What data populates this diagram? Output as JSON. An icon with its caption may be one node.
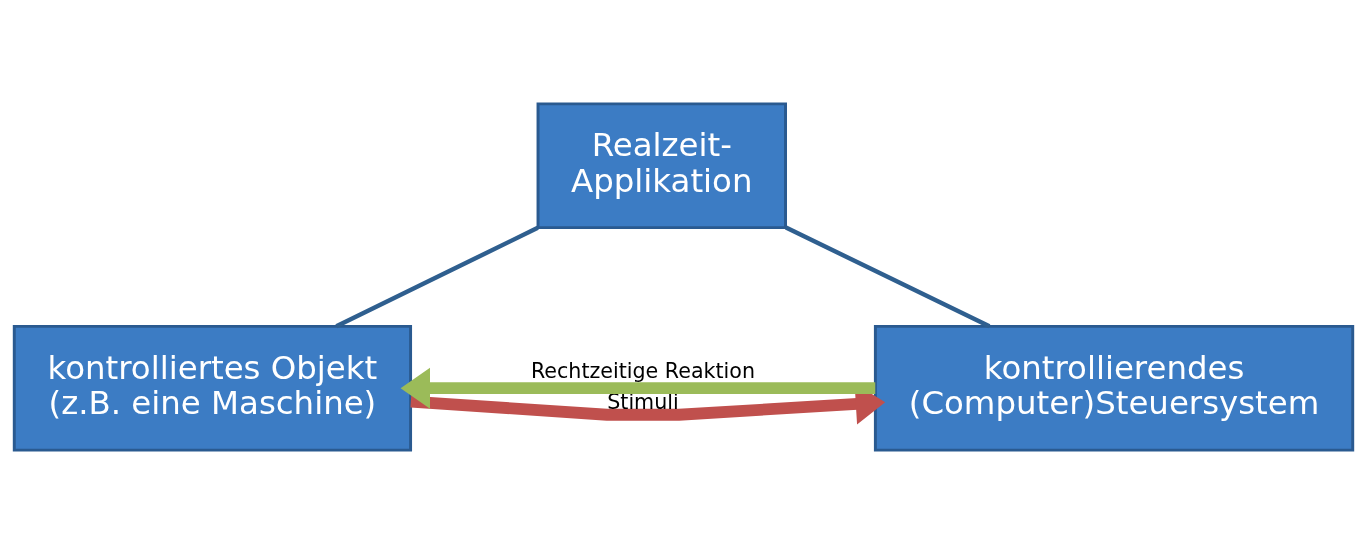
{
  "diagram": {
    "nodes": [
      {
        "text": [
          "Realzeit-Applikation"
        ]
      },
      {
        "text": [
          "kontrolliertes Objekt (z.B. eine Maschine)"
        ]
      },
      {
        "text": [
          "kontrollierendes (Computer)Steuersystem"
        ]
      }
    ],
    "edges": [
      {
        "from": 0,
        "to": 1,
        "arrow": "none"
      },
      {
        "from": 0,
        "to": 2,
        "arrow": "none"
      },
      {
        "from": 1,
        "to": 2,
        "arrow": "to",
        "label": "Stimuli",
        "style": "thick",
        "color": "#c0504d"
      },
      {
        "from": 2,
        "to": 1,
        "arrow": "to",
        "label": "Rechtzeitige Reaktion",
        "style": "thick",
        "color": "#9bbb59"
      }
    ]
  }
}
